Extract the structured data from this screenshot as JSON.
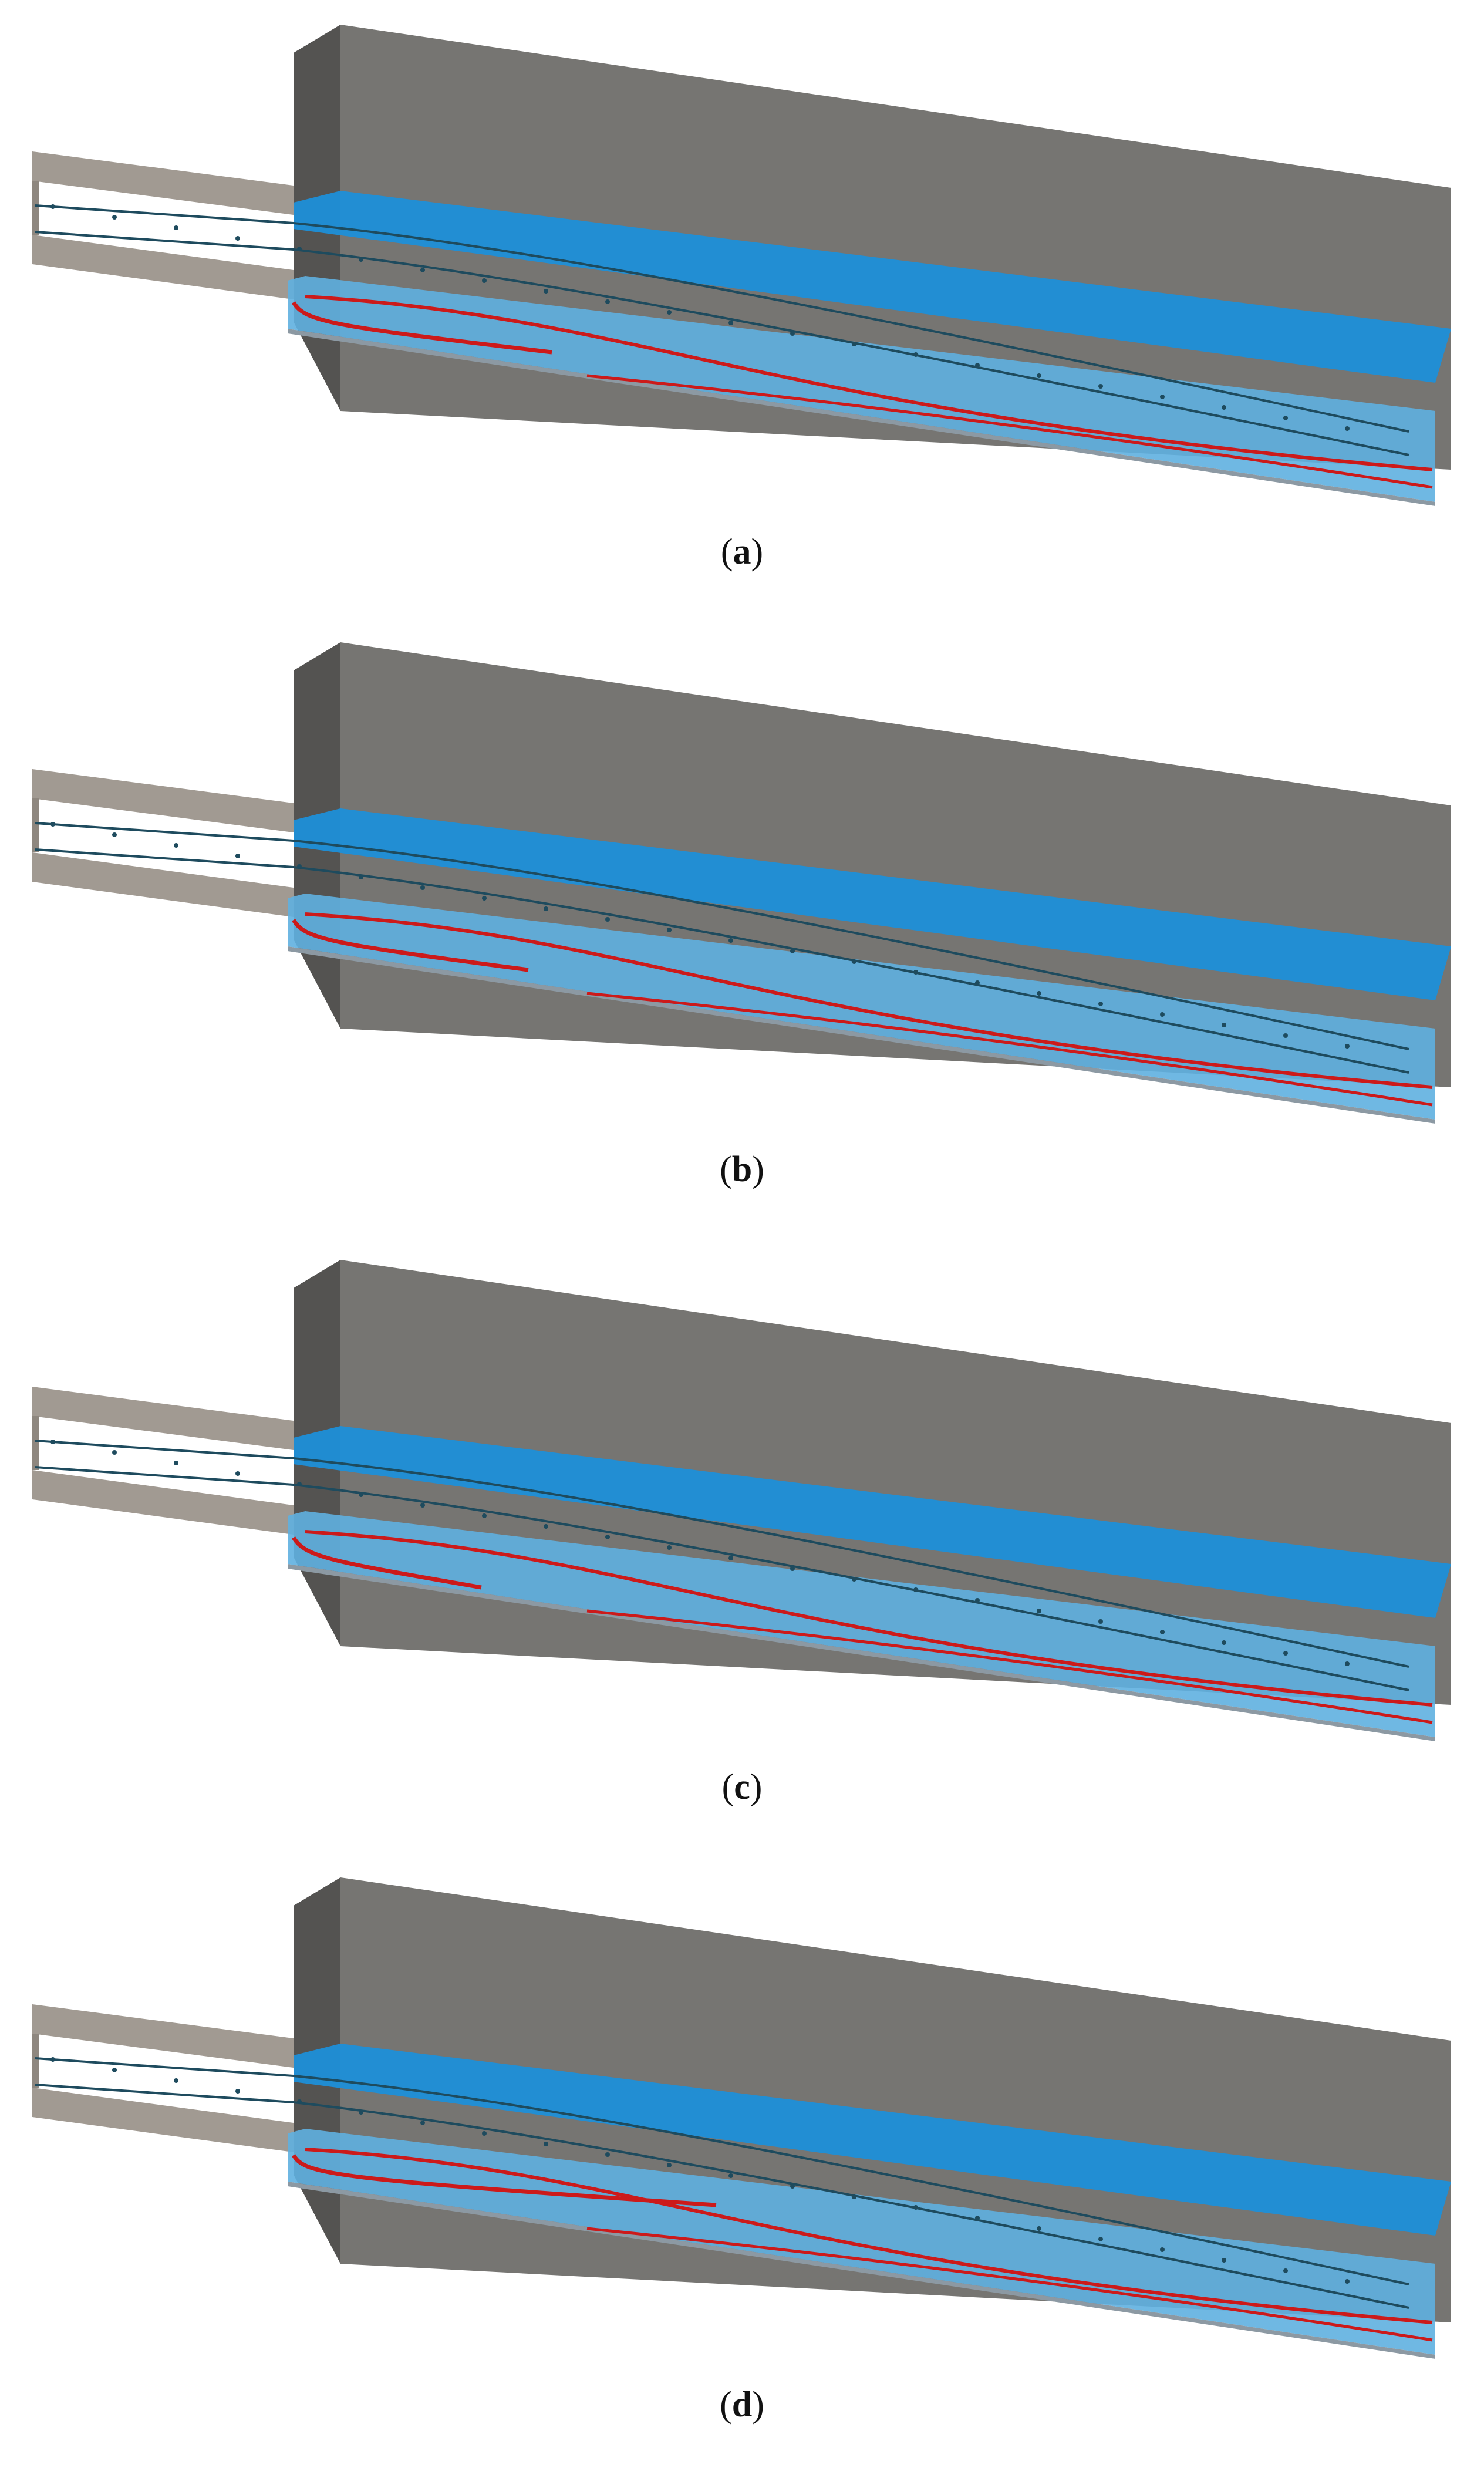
{
  "figure": {
    "panels": [
      {
        "id": "a",
        "label_open": "(",
        "label_letter": "a",
        "label_close": ")",
        "red_front_end": 0.22
      },
      {
        "id": "b",
        "label_open": "(",
        "label_letter": "b",
        "label_close": ")",
        "red_front_end": 0.2
      },
      {
        "id": "c",
        "label_open": "(",
        "label_letter": "c",
        "label_close": ")",
        "red_front_end": 0.16
      },
      {
        "id": "d",
        "label_open": "(",
        "label_letter": "d",
        "label_close": ")",
        "red_front_end": 0.36
      }
    ]
  },
  "colors": {
    "box_side": "#767572",
    "box_dark": "#545351",
    "channel": "#a19a92",
    "water": "#1d8fd8",
    "water_light": "#5fb0e0",
    "streamline": "#1e4b5e",
    "red_line": "#cc1a1a",
    "floor": "#8c99a3"
  }
}
